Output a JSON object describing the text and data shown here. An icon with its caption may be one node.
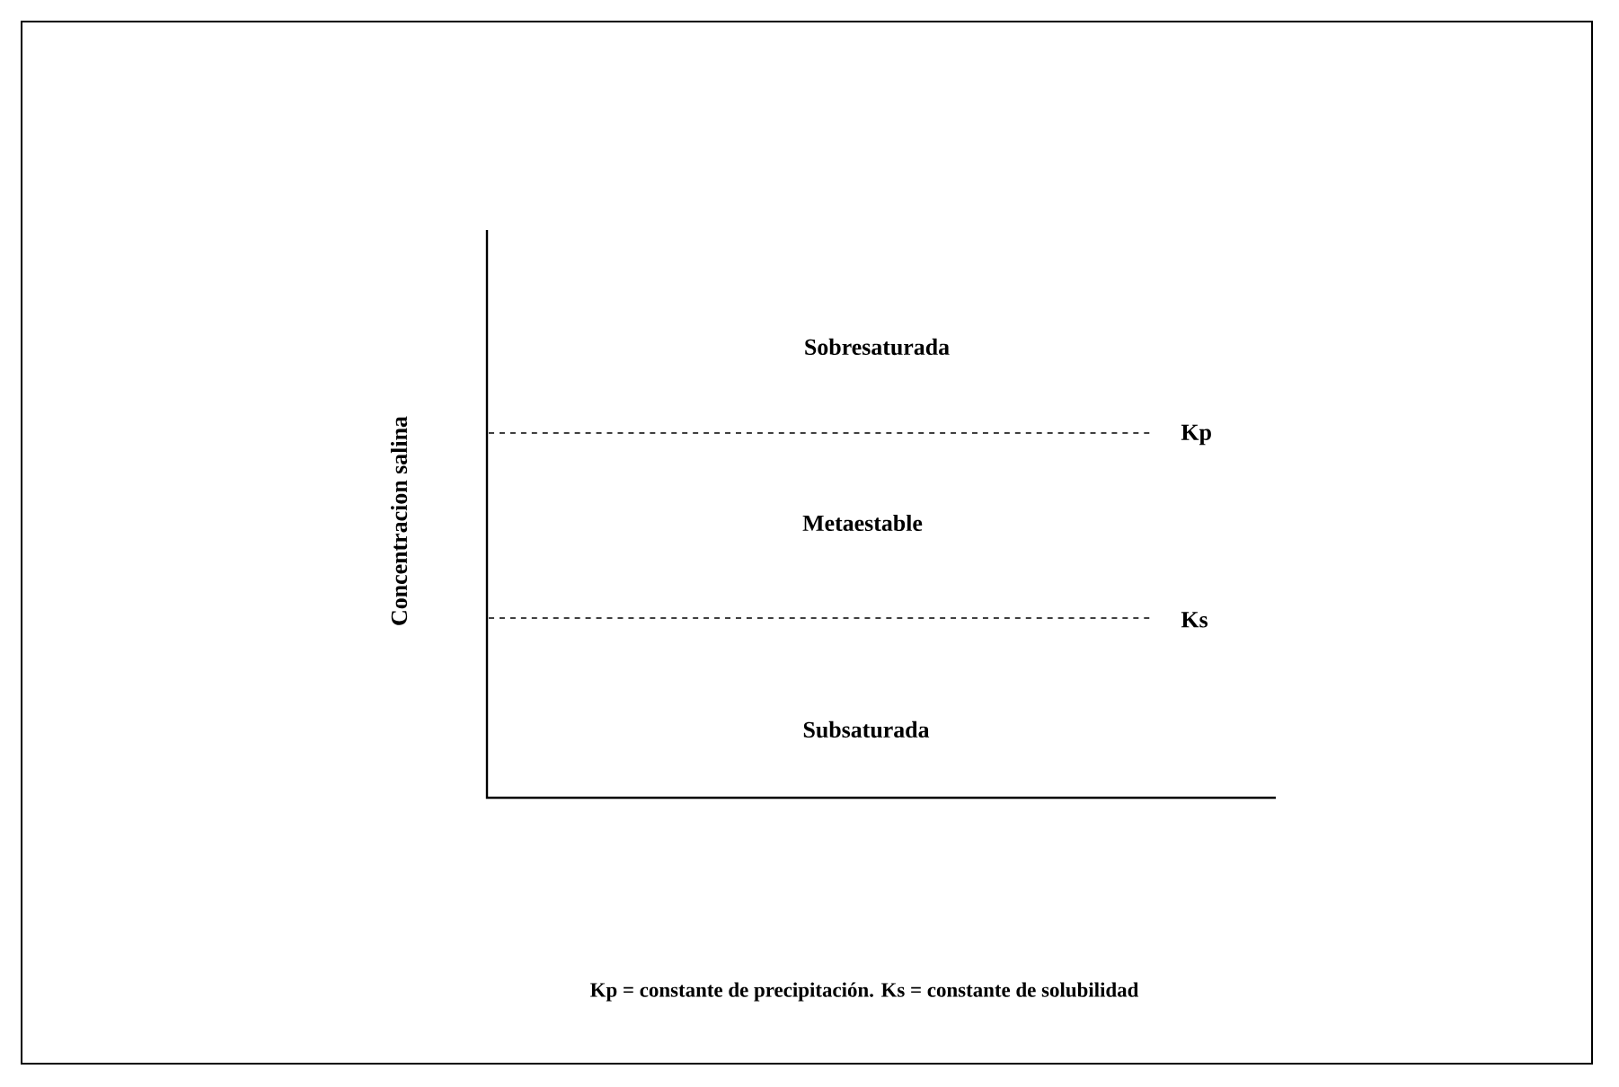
{
  "diagram": {
    "caption": "Kp = constante de precipitación. Ks = constante de solubilidad",
    "labels": [
      "Concentracion salina",
      "Sobresaturada",
      "Kp",
      "Metaestable",
      "Ks",
      "Subsaturada"
    ]
  }
}
